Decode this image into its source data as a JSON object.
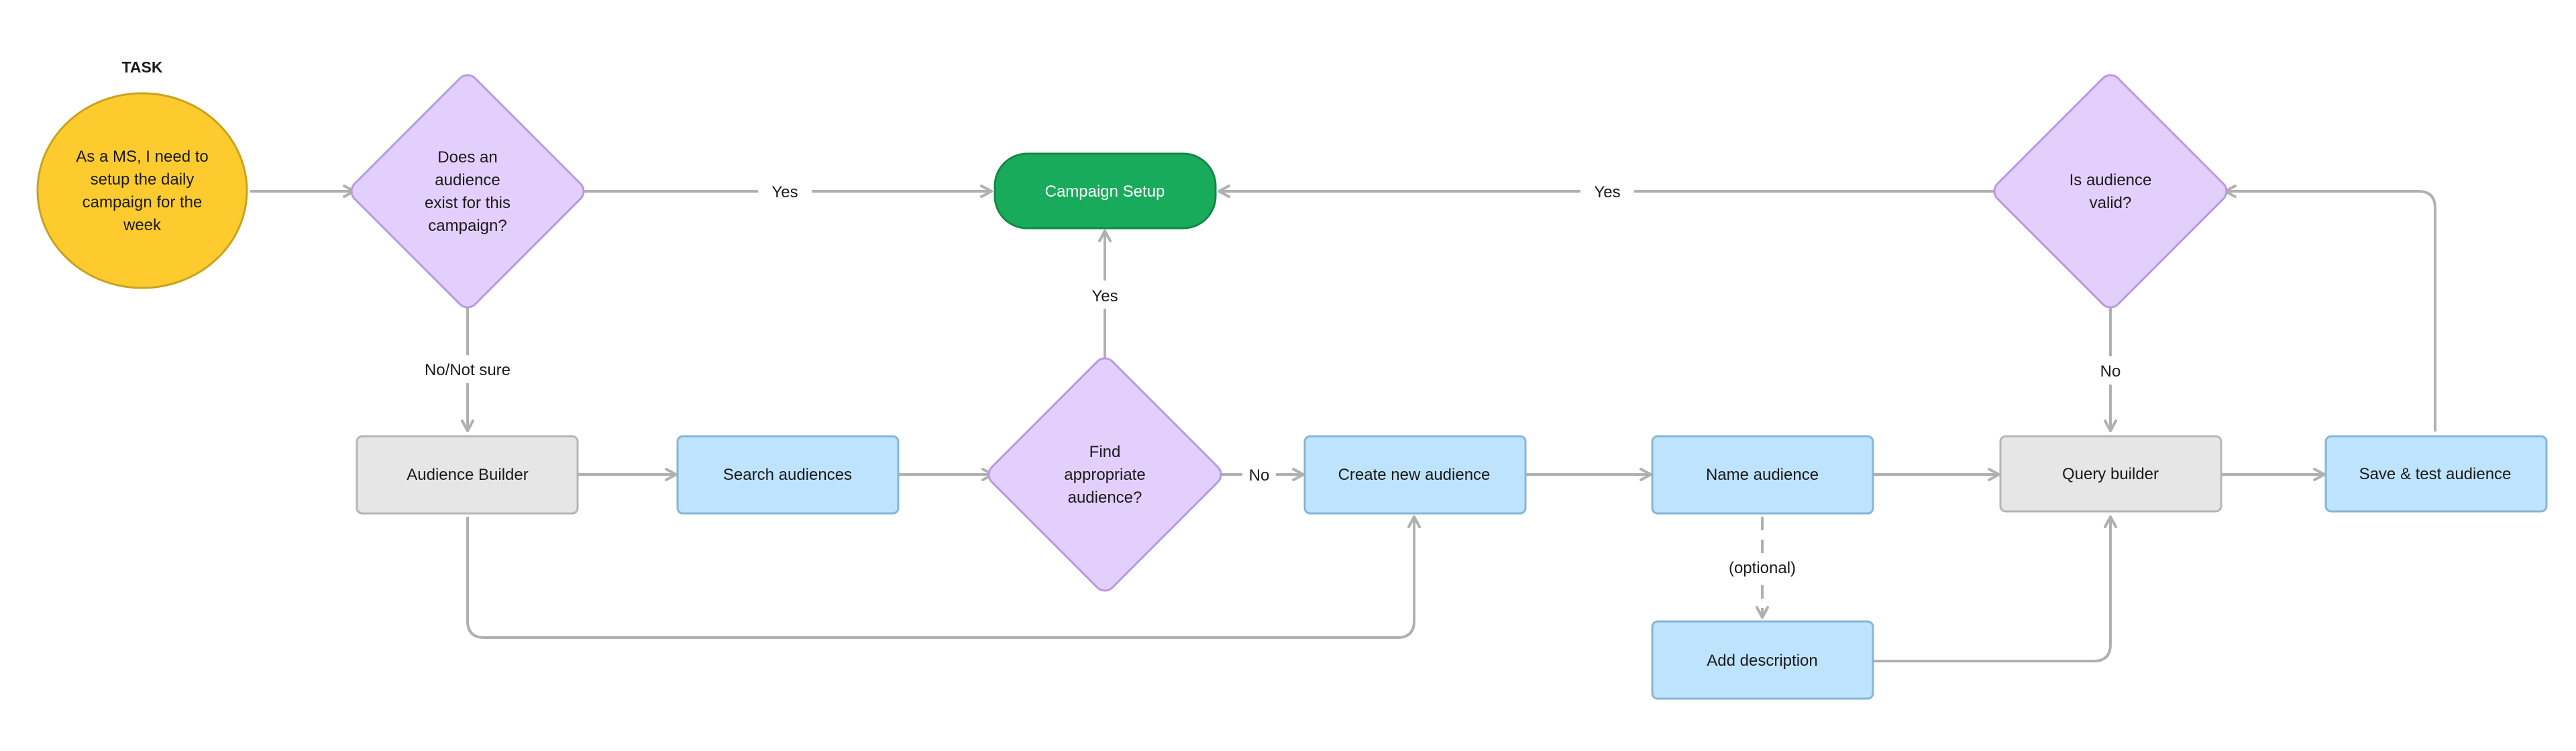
{
  "task_heading": "TASK",
  "nodes": {
    "task": {
      "lines": [
        "As a MS, I need to",
        "setup the daily",
        "campaign for the",
        "week"
      ],
      "fill": "#FDCB2E",
      "stroke": "#C9A21F"
    },
    "does_audience_exist": {
      "lines": [
        "Does an",
        "audience",
        "exist for this",
        "campaign?"
      ],
      "fill": "#E3CFFB",
      "stroke": "#B79AE0"
    },
    "campaign_setup": {
      "lines": [
        "Campaign Setup"
      ],
      "fill": "#19AB5C",
      "stroke": "#128845",
      "text_color": "#ffffff"
    },
    "is_audience_valid": {
      "lines": [
        "Is audience",
        "valid?"
      ],
      "fill": "#E3CFFB",
      "stroke": "#B79AE0"
    },
    "audience_builder": {
      "lines": [
        "Audience Builder"
      ],
      "fill": "#E6E6E6",
      "stroke": "#B5B5B5"
    },
    "search_audiences": {
      "lines": [
        "Search audiences"
      ],
      "fill": "#BEE3FC",
      "stroke": "#86B6D6"
    },
    "find_appropriate_audience": {
      "lines": [
        "Find",
        "appropriate",
        "audience?"
      ],
      "fill": "#E3CFFB",
      "stroke": "#B79AE0"
    },
    "create_new_audience": {
      "lines": [
        "Create new audience"
      ],
      "fill": "#BEE3FC",
      "stroke": "#86B6D6"
    },
    "name_audience": {
      "lines": [
        "Name audience"
      ],
      "fill": "#BEE3FC",
      "stroke": "#86B6D6"
    },
    "query_builder": {
      "lines": [
        "Query builder"
      ],
      "fill": "#E6E6E6",
      "stroke": "#B5B5B5"
    },
    "save_test_audience": {
      "lines": [
        "Save & test audience"
      ],
      "fill": "#BEE3FC",
      "stroke": "#86B6D6"
    },
    "add_description": {
      "lines": [
        "Add description"
      ],
      "fill": "#BEE3FC",
      "stroke": "#86B6D6"
    }
  },
  "edge_labels": {
    "exist_yes": "Yes",
    "valid_yes": "Yes",
    "find_yes": "Yes",
    "not_sure": "No/Not sure",
    "find_no": "No",
    "valid_no": "No",
    "optional": "(optional)"
  },
  "colors": {
    "edge": "#B0B0B0",
    "text": "#1A1A1A"
  }
}
